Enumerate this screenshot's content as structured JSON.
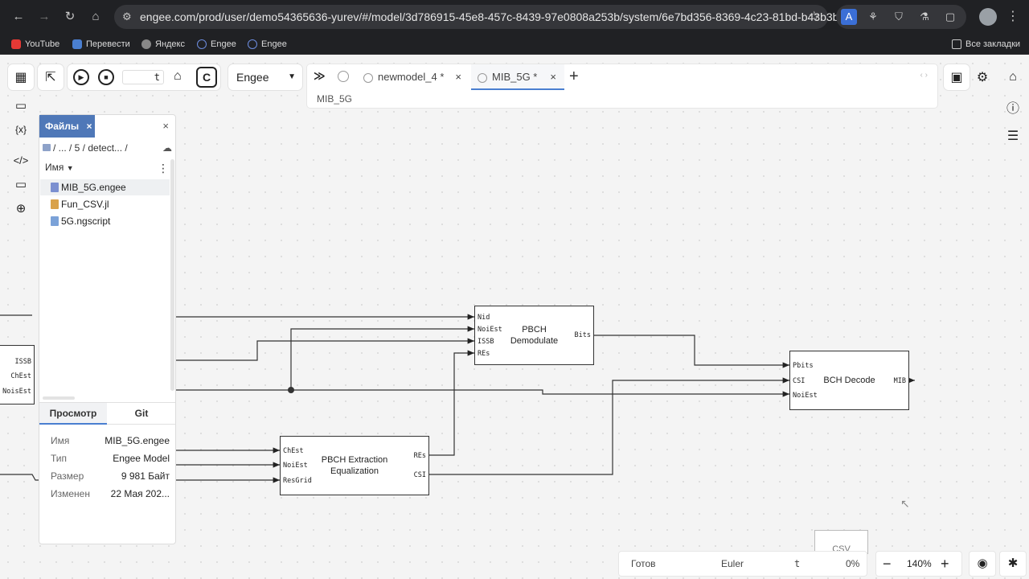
{
  "browser": {
    "url": "engee.com/prod/user/demo54365636-yurev/#/model/3d786915-45e8-457c-8439-97e0808a253b/system/6e7bd356-8369-4c23-81bd-b43b3beae17b",
    "bookmarks": [
      "YouTube",
      "Перевести",
      "Яндекс",
      "Engee",
      "Engee"
    ],
    "all_bookmarks": "Все закладки"
  },
  "toolbar": {
    "sim_time_value": "t",
    "solver": "Engee",
    "tabs": [
      {
        "label": "newmodel_4 *",
        "active": false
      },
      {
        "label": "MIB_5G *",
        "active": true
      }
    ],
    "breadcrumb": "MIB_5G"
  },
  "files_panel": {
    "tab_label": "Файлы",
    "path": "/ ... / 5 / detect... /",
    "sort_label": "Имя",
    "files": [
      {
        "name": "MIB_5G.engee",
        "color": "#7b8fd0",
        "selected": true
      },
      {
        "name": "Fun_CSV.jl",
        "color": "#d9a24a",
        "selected": false
      },
      {
        "name": "5G.ngscript",
        "color": "#7ba2d8",
        "selected": false
      }
    ],
    "prop_tabs": [
      "Просмотр",
      "Git"
    ],
    "properties": [
      {
        "key": "Имя",
        "value": "MIB_5G.engee"
      },
      {
        "key": "Тип",
        "value": "Engee Model"
      },
      {
        "key": "Размер",
        "value": "9 981 Байт"
      },
      {
        "key": "Изменен",
        "value": "22 Мая 202..."
      }
    ]
  },
  "blocks": {
    "left_partial": {
      "ports": [
        "ISSB",
        "ChEst",
        "NoisEst"
      ]
    },
    "pbch_demodulate": {
      "title_line1": "PBCH",
      "title_line2": "Demodulate",
      "inputs": [
        "Nid",
        "NoiEst",
        "ISSB",
        "REs"
      ],
      "outputs": [
        "Bits"
      ]
    },
    "bch_decode": {
      "title": "BCH Decode",
      "inputs": [
        "Pbits",
        "CSI",
        "NoiEst"
      ],
      "outputs": [
        "MIB"
      ]
    },
    "pbch_extraction": {
      "title_line1": "PBCH Extraction",
      "title_line2": "Equalization",
      "inputs": [
        "ChEst",
        "NoiEst",
        "ResGrid"
      ],
      "outputs": [
        "REs",
        "CSI"
      ]
    },
    "csv_partial": {
      "title": "CSV"
    }
  },
  "status": {
    "state": "Готов",
    "solver": "Euler",
    "time": "t",
    "progress": "0%",
    "zoom": "140%"
  },
  "colors": {
    "accent": "#4a7fd0",
    "files_tab": "#4f78b8",
    "chrome_bg": "#202124"
  }
}
